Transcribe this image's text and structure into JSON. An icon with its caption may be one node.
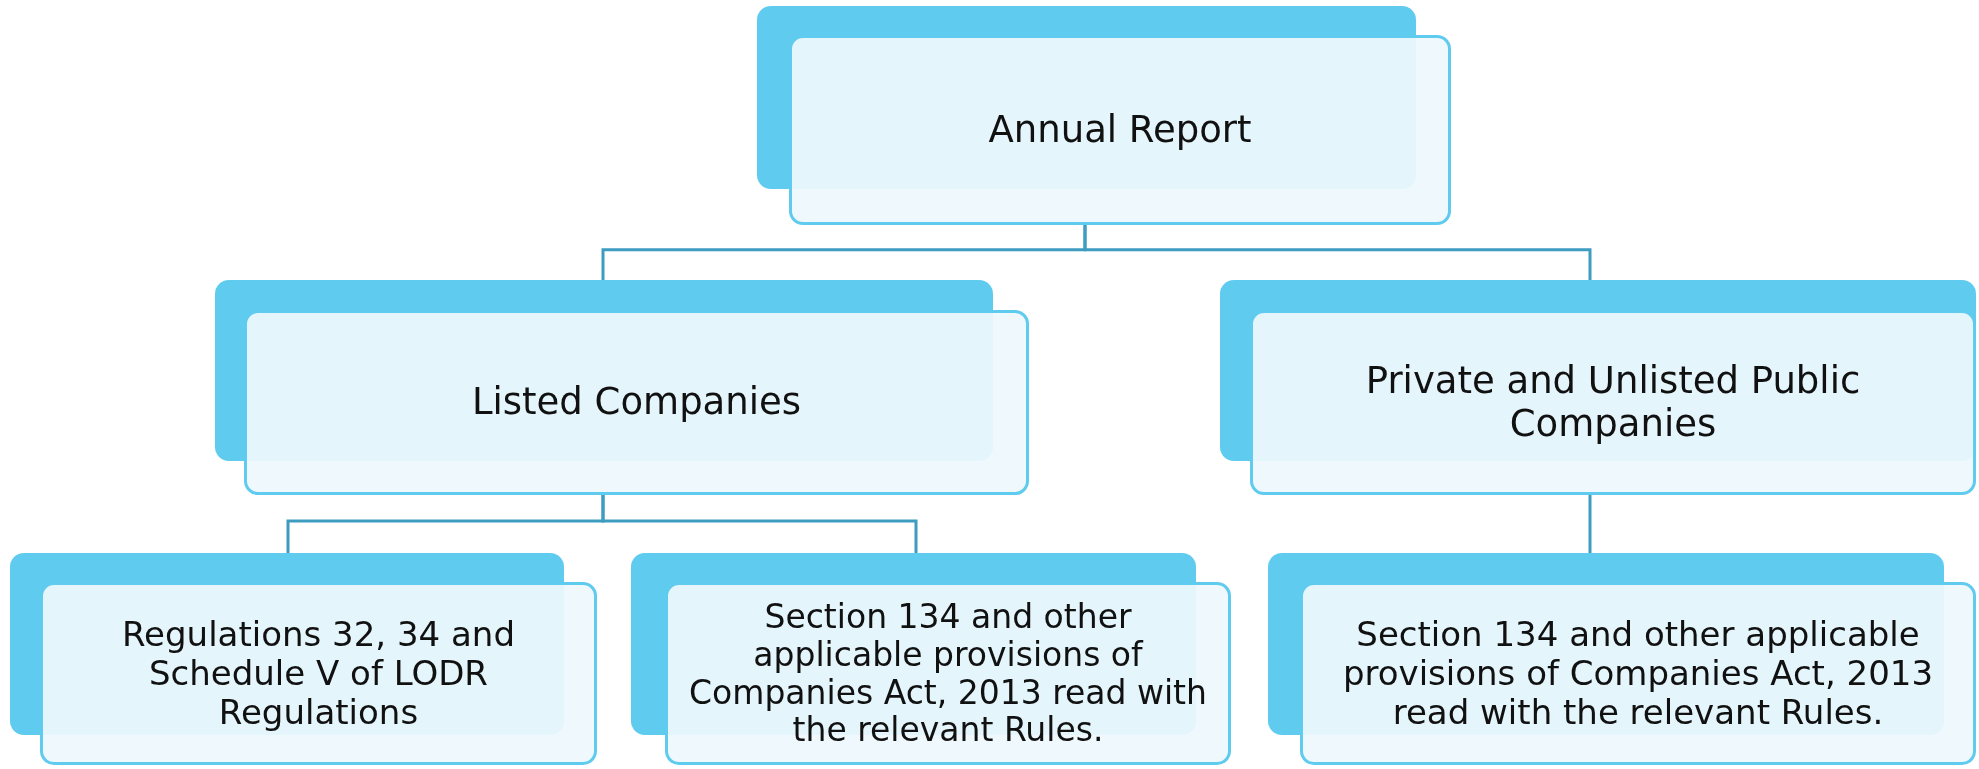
{
  "diagram": {
    "nodes": [
      {
        "text": [
          "Annual Report"
        ]
      },
      {
        "text": [
          "Listed Companies"
        ]
      },
      {
        "text": [
          "Private and Unlisted Public Companies"
        ]
      },
      {
        "text": [
          "Regulations 32, 34 and Schedule V of LODR Regulations"
        ]
      },
      {
        "text": [
          "Section 134 and other applicable provisions of Companies Act, 2013 read with the relevant Rules."
        ]
      },
      {
        "text": [
          "Section 134 and other applicable provisions of Companies Act, 2013 read with the relevant Rules."
        ]
      }
    ],
    "edges": [
      {
        "from": 0,
        "to": 1,
        "arrow": "none"
      },
      {
        "from": 0,
        "to": 2,
        "arrow": "none"
      },
      {
        "from": 1,
        "to": 3,
        "arrow": "none"
      },
      {
        "from": 1,
        "to": 4,
        "arrow": "none"
      },
      {
        "from": 2,
        "to": 5,
        "arrow": "none"
      }
    ]
  }
}
